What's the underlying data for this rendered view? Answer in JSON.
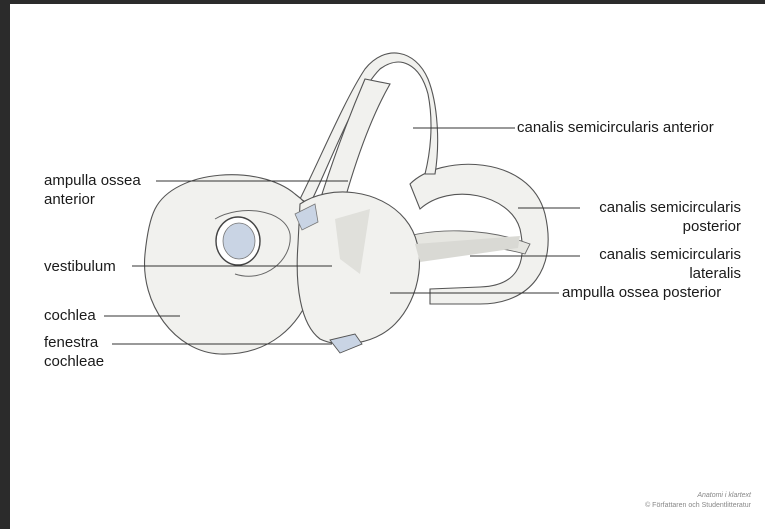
{
  "labels": {
    "canalis_anterior": "canalis semicircularis anterior",
    "ampulla_anterior_1": "ampulla ossea",
    "ampulla_anterior_2": "anterior",
    "canalis_posterior_1": "canalis semicircularis",
    "canalis_posterior_2": "posterior",
    "vestibulum": "vestibulum",
    "canalis_lateralis_1": "canalis semicircularis",
    "canalis_lateralis_2": "lateralis",
    "ampulla_posterior": "ampulla ossea posterior",
    "cochlea": "cochlea",
    "fenestra_1": "fenestra",
    "fenestra_2": "cochleae"
  },
  "credit": {
    "line1": "Anatomi i klartext",
    "line2": "© Författaren och Studentlitteratur"
  },
  "colors": {
    "bone": "#f1f1ee",
    "bone_shadow": "#d9d9d4",
    "outline": "#555555",
    "window": "#c9d4e4",
    "leader": "#333333",
    "border": "#2b2b2b"
  }
}
